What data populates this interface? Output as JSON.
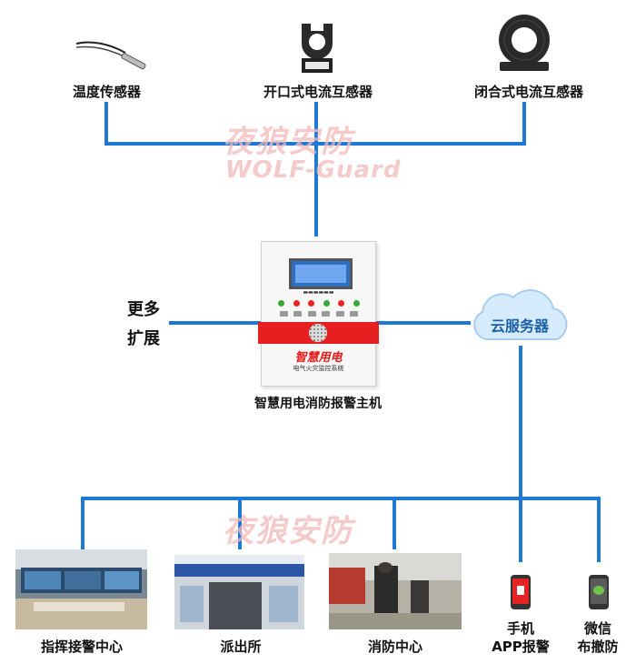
{
  "sensors": [
    {
      "label": "温度传感器",
      "icon": "temperature-probe-icon"
    },
    {
      "label": "开口式电流互感器",
      "icon": "split-core-ct-icon"
    },
    {
      "label": "闭合式电流互感器",
      "icon": "closed-core-ct-icon"
    }
  ],
  "device": {
    "label": "智慧用电消防报警主机",
    "brand": "智慧用电",
    "subtitle": "电气火灾监控系统"
  },
  "left_node": {
    "line1": "更多",
    "line2": "扩展"
  },
  "cloud": {
    "label": "云服务器"
  },
  "endpoints": [
    {
      "label": "指挥接警中心"
    },
    {
      "label": "派出所"
    },
    {
      "label": "消防中心"
    },
    {
      "line1": "手机",
      "line2": "APP报警"
    },
    {
      "line1": "微信",
      "line2": "布撤防"
    }
  ],
  "watermark": {
    "cn": "夜狼安防",
    "en": "WOLF-Guard"
  },
  "colors": {
    "line": "#1e78d6",
    "accent_red": "#e62020",
    "cloud": "#cfe6fb"
  }
}
